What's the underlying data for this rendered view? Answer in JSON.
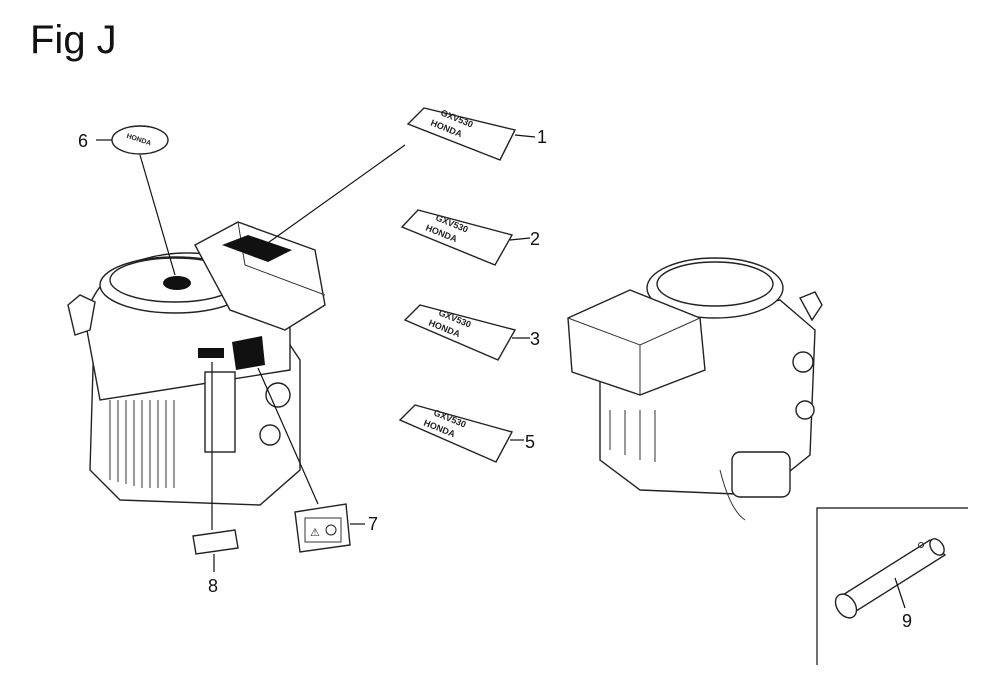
{
  "figure": {
    "title": "Fig J"
  },
  "callouts": [
    {
      "id": "1",
      "label": "1"
    },
    {
      "id": "2",
      "label": "2"
    },
    {
      "id": "3",
      "label": "3"
    },
    {
      "id": "5",
      "label": "5"
    },
    {
      "id": "6",
      "label": "6"
    },
    {
      "id": "7",
      "label": "7"
    },
    {
      "id": "8",
      "label": "8"
    },
    {
      "id": "9",
      "label": "9"
    }
  ],
  "decals": {
    "d1": {
      "line1": "HONDA",
      "line2": "GXV530"
    },
    "d2": {
      "line1": "HONDA",
      "line2": "GXV530"
    },
    "d8": {
      "line1": "HONDA",
      "line2": "GXV530"
    },
    "d9": {
      "line1": "HONDA",
      "line2": "GXV530"
    },
    "emblem": "HONDA"
  }
}
